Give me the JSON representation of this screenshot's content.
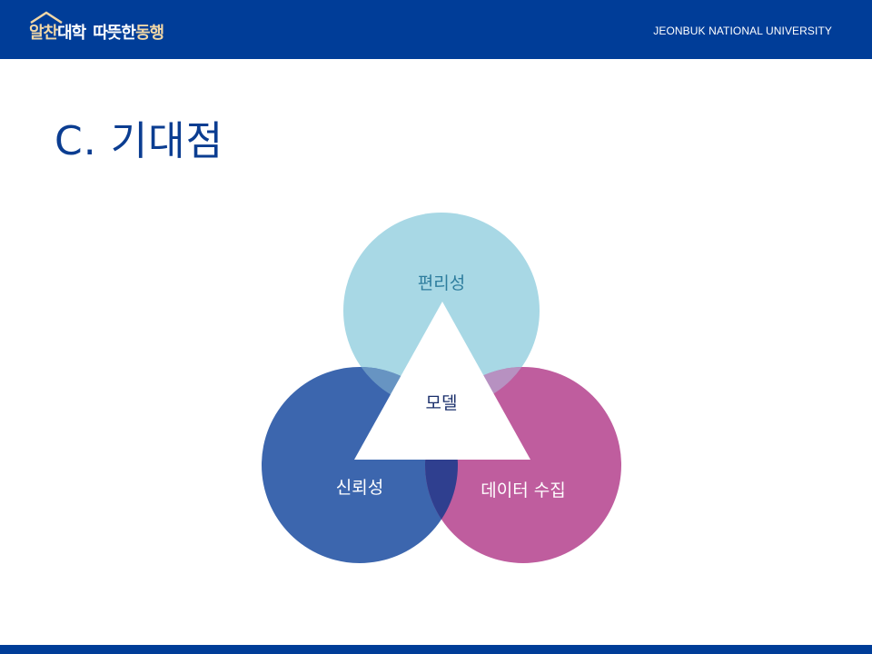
{
  "header": {
    "logo": {
      "part1": "알찬",
      "part2": "대학",
      "part3": "따뜻한",
      "part4": "동행"
    },
    "university": "JEONBUK NATIONAL UNIVERSITY"
  },
  "slide": {
    "title": "C. 기대점"
  },
  "diagram": {
    "top": "편리성",
    "center": "모델",
    "left": "신뢰성",
    "right": "데이터 수집"
  },
  "colors": {
    "brand": "#003d98",
    "title": "#0b3d91",
    "circle_top": "#a8d8e5",
    "circle_left": "#3c66ae",
    "circle_right": "#bf5d9e",
    "overlap_left_right": "#2f3f8f"
  }
}
